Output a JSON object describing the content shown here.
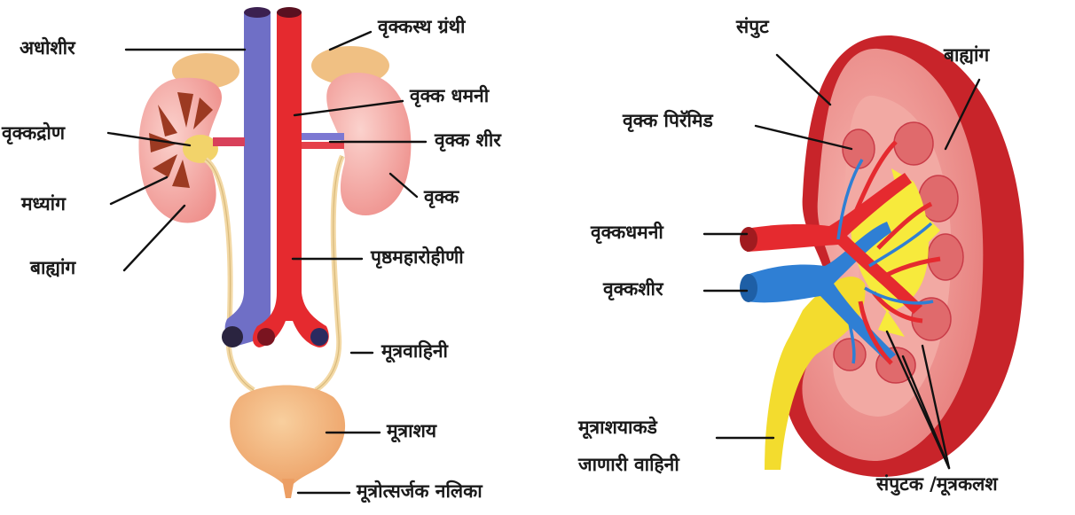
{
  "left_diagram": {
    "labels": {
      "inferior_vena_cava": "अधोशीर",
      "adrenal_gland": "वृक्कस्थ ग्रंथी",
      "renal_artery": "वृक्क धमनी",
      "renal_pelvis": "वृक्कद्रोण",
      "renal_vein": "वृक्क शीर",
      "medulla": "मध्यांग",
      "kidney": "वृक्क",
      "cortex": "बाह्यांग",
      "aorta": "पृष्ठमहारोहीणी",
      "ureter": "मूत्रवाहिनी",
      "bladder": "मूत्राशय",
      "urethra": "मूत्रोत्सर्जक नलिका"
    }
  },
  "right_diagram": {
    "labels": {
      "capsule": "संपुट",
      "cortex": "बाह्यांग",
      "renal_pyramid": "वृक्क पिरॅमिड",
      "renal_artery": "वृक्कधमनी",
      "renal_vein": "वृक्कशीर",
      "ureter_line1": "मूत्राशयाकडे",
      "ureter_line2": "जाणारी वाहिनी",
      "calyx": "संपुटक /मूत्रकलश"
    }
  },
  "colors": {
    "vein": "#6f6fc6",
    "artery": "#e52a2f",
    "kidney": "#f4a8a2",
    "ureter": "#f3d9a6",
    "bladder": "#f2b079",
    "capsule": "#c8242a",
    "pelvis_yellow": "#f7ea3c",
    "blue_vein": "#2f7fd4"
  }
}
